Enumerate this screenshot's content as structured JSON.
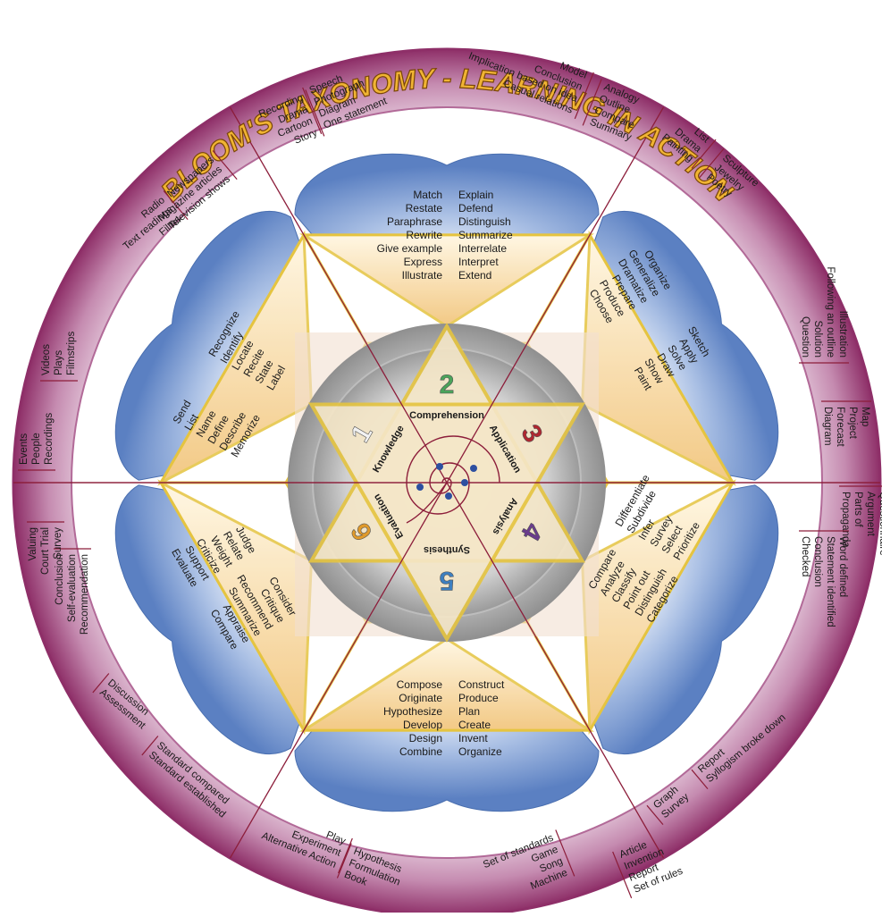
{
  "title": "BLOOM'S TAXONOMY - LEARNING IN ACTION",
  "colors": {
    "title_fill": "#f0b433",
    "title_stroke": "#7a4508",
    "ring_outer": "#a0427a",
    "ring_inner": "#e6cbe0",
    "petal": "#6a8fcc",
    "star_line": "#e5c440",
    "divider": "#8c1d3a"
  },
  "levels": [
    {
      "number": "1",
      "name": "Knowledge",
      "color": "#f2f2f2"
    },
    {
      "number": "2",
      "name": "Comprehension",
      "color": "#4aa35a"
    },
    {
      "number": "3",
      "name": "Application",
      "color": "#b0262f"
    },
    {
      "number": "4",
      "name": "Analysis",
      "color": "#6a3c8c"
    },
    {
      "number": "5",
      "name": "Synthesis",
      "color": "#3d7fc0"
    },
    {
      "number": "6",
      "name": "Evaluation",
      "color": "#e09a2b"
    }
  ],
  "verbs": {
    "comprehension_left": [
      "Match",
      "Restate",
      "Paraphrase",
      "Rewrite",
      "Give example",
      "Express",
      "Illustrate"
    ],
    "comprehension_right": [
      "Explain",
      "Defend",
      "Distinguish",
      "Summarize",
      "Interrelate",
      "Interpret",
      "Extend"
    ],
    "application_outer": [
      "Organize",
      "Generalize",
      "Dramatize",
      "Prepare",
      "Produce",
      "Choose"
    ],
    "application_inner": [
      "Sketch",
      "Apply",
      "Solve",
      "Draw",
      "Show",
      "Paint"
    ],
    "analysis_outer": [
      "Compare",
      "Analyze",
      "Classify",
      "Point out",
      "Distinguish",
      "Categorize"
    ],
    "analysis_inner": [
      "Differentiate",
      "Subdivide",
      "Infer",
      "Survey",
      "Select",
      "Prioritize"
    ],
    "synthesis_left": [
      "Compose",
      "Originate",
      "Hypothesize",
      "Develop",
      "Design",
      "Combine"
    ],
    "synthesis_right": [
      "Construct",
      "Produce",
      "Plan",
      "Create",
      "Invent",
      "Organize"
    ],
    "evaluation_outer": [
      "Consider",
      "Critique",
      "Recommend",
      "Summarize",
      "Appraise",
      "Compare"
    ],
    "evaluation_inner": [
      "Judge",
      "Relate",
      "Weight",
      "Criticize",
      "Support",
      "Evaluate"
    ],
    "knowledge_outer": [
      "Recognize",
      "Identify",
      "Locate",
      "Recite",
      "State",
      "Label"
    ],
    "knowledge_inner": [
      "Send",
      "List",
      "Name",
      "Define",
      "Describe",
      "Memorize"
    ]
  },
  "products": {
    "top_left_a": [
      "Recording",
      "Drama",
      "Cartoon",
      "Story"
    ],
    "top_left_b": [
      "Speech",
      "Photograph",
      "Diagram",
      "One statement"
    ],
    "top_center": [
      "Model",
      "Conclusion",
      "Implication based on idea",
      "Casual relations"
    ],
    "top_right_a": [
      "Analogy",
      "Outline",
      "Compare",
      "Summary"
    ],
    "upper_right_a": [
      "List",
      "Drama",
      "Painting"
    ],
    "upper_right_b": [
      "Sculpture",
      "Jewelry",
      "Poetry"
    ],
    "right_upper_a": [
      "Illustration",
      "Following an outline",
      "Solution",
      "Question"
    ],
    "right_upper_b": [
      "Map",
      "Project",
      "Forecast",
      "Diagram"
    ],
    "right_lower_a": [
      "Questionnaire",
      "Argument",
      "Parts of",
      "Propaganda"
    ],
    "right_lower_b": [
      "Word defined",
      "Statement identified",
      "Conclusion",
      "Checked"
    ],
    "lower_right_a": [
      "Report",
      "Syllogism broke down"
    ],
    "lower_right_b": [
      "Graph",
      "Survey"
    ],
    "bottom_right_a": [
      "Article",
      "Invention",
      "Report",
      "Set of rules"
    ],
    "bottom_right_b": [
      "Set of standards",
      "Game",
      "Song",
      "Machine"
    ],
    "bottom_left_a": [
      "Hypothesis",
      "Formulation",
      "Book"
    ],
    "bottom_left_b": [
      "Play",
      "Experiment",
      "Alternative Action"
    ],
    "lower_left_a": [
      "Standard compared",
      "Standard established"
    ],
    "lower_left_b": [
      "Discussion",
      "Assessment"
    ],
    "left_lower_a": [
      "Conclusion",
      "Self-evaluation",
      "Recommendation"
    ],
    "left_lower_b": [
      "Valuing",
      "Court Trial",
      "Survey"
    ],
    "left_upper_a": [
      "Events",
      "People",
      "Recordings"
    ],
    "left_upper_b": [
      "Videos",
      "Plays",
      "Filmstrips"
    ],
    "upper_left_a": [
      "Radio",
      "Text readings",
      "Films"
    ],
    "upper_left_b": [
      "Newspapers",
      "Magazine articles",
      "Television shows"
    ]
  }
}
